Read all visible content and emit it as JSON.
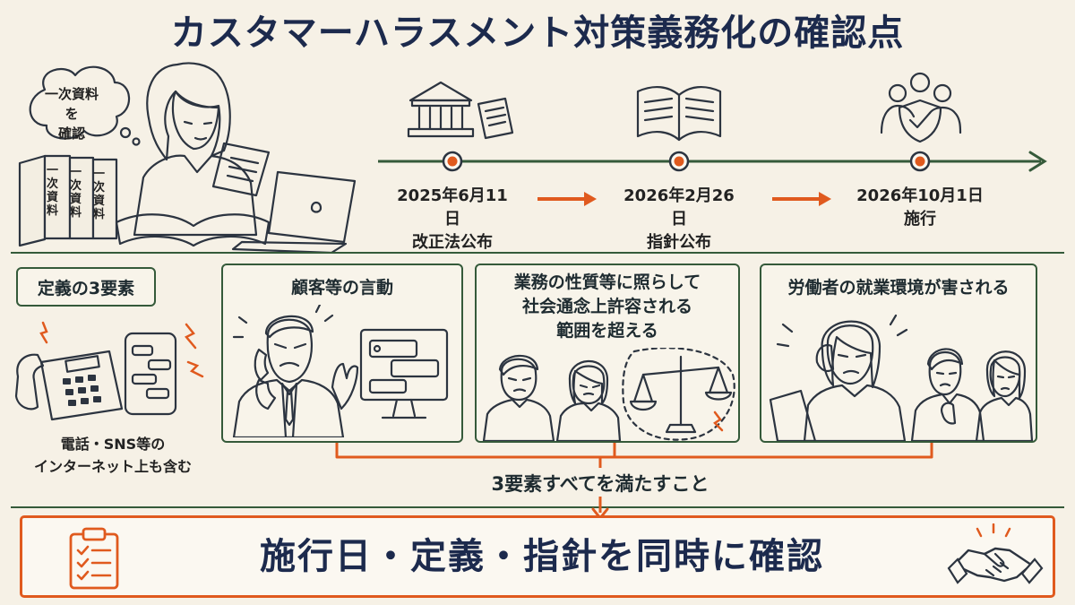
{
  "title": "カスタマーハラスメント対策義務化の確認点",
  "speech_bubble": "一次資料を\n確認",
  "binder_label": "一次資料",
  "timeline": [
    {
      "date": "2025年6月11日",
      "label": "改正法公布",
      "icon": "courthouse-document-icon"
    },
    {
      "date": "2026年2月26日",
      "label": "指針公布",
      "icon": "open-book-icon"
    },
    {
      "date": "2026年10月1日",
      "label": "施行",
      "icon": "people-shield-icon"
    }
  ],
  "definition": {
    "label": "定義の3要素",
    "note": "電話・SNS等の\nインターネット上も含む",
    "elements": [
      {
        "title": "顧客等の言動"
      },
      {
        "title": "業務の性質等に照らして\n社会通念上許容される\n範囲を超える"
      },
      {
        "title": "労働者の就業環境が害される"
      }
    ],
    "condition": "3要素すべてを満たすこと"
  },
  "conclusion": "施行日・定義・指針を同時に確認",
  "colors": {
    "accent": "#e05a1e",
    "frame": "#355a3a",
    "title": "#1c2a4d",
    "background": "#f6f1e6"
  }
}
